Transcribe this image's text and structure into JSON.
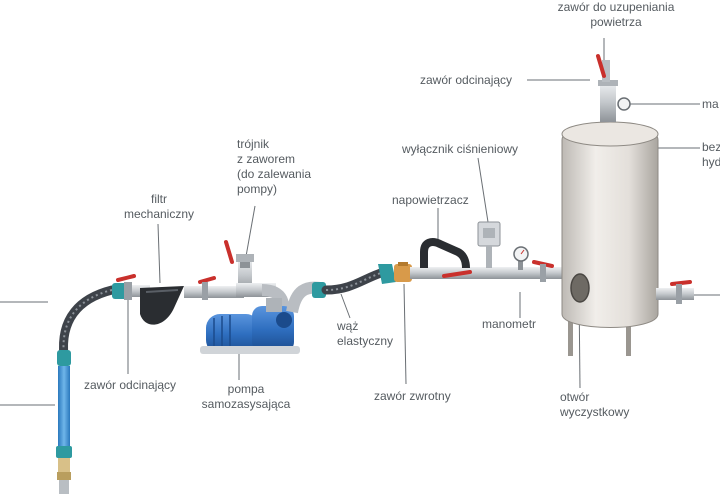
{
  "labels": {
    "refill_valve": "zawór do uzupeniania\npowietrza",
    "shutoff_valve_top": "zawór odcinający",
    "manometer_tank_partial": "ma",
    "tank_partial": "bez\nhyd",
    "pressure_switch": "wyłącznik ciśnieniowy",
    "tee_valve": "trójnik\nz zaworem\n(do zalewania\npompy)",
    "filter": "filtr\nmechaniczny",
    "aerator": "napowietrzacz",
    "manometer": "manometr",
    "hose": "wąż\nelastyczny",
    "pump": "pompa\nsamozasysająca",
    "shutoff_valve_bottom": "zawór odcinający",
    "check_valve": "zawór zwrotny",
    "cleaning_hole": "otwór\nwyczystkowy"
  },
  "colors": {
    "pipe": "#c9ccd0",
    "hose": "#4a4f55",
    "tank": "#e9e6e2",
    "pump": "#2f6fc0",
    "valve_handle": "#c9302c",
    "fitting": "#2e9aa0",
    "filter": "#2a2d31",
    "check_valve": "#d89a4a",
    "label": "#555b60",
    "leader": "#6a6f74",
    "suction_pipe": "#3a8fd0"
  }
}
